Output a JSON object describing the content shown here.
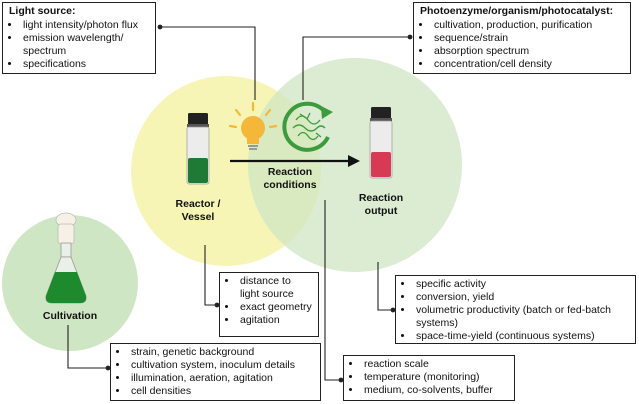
{
  "light_source": {
    "title": "Light source:",
    "items": [
      "light intensity/photon flux",
      "emission wavelength/ spectrum",
      "specifications"
    ]
  },
  "photoenzyme": {
    "title": "Photoenzyme/organism/photocatalyst:",
    "items": [
      "cultivation, production, purification",
      "sequence/strain",
      "absorption spectrum",
      "concentration/cell density"
    ]
  },
  "reactor": {
    "label_line1": "Reactor /",
    "label_line2": "Vessel"
  },
  "conditions": {
    "label_line1": "Reaction",
    "label_line2": "conditions"
  },
  "output": {
    "label_line1": "Reaction",
    "label_line2": "output"
  },
  "cultivation": {
    "label": "Cultivation"
  },
  "reactor_details": {
    "items": [
      "distance to light source",
      "exact geometry",
      "agitation"
    ]
  },
  "output_details": {
    "items": [
      "specific activity",
      "conversion, yield",
      "volumetric productivity (batch or fed-batch systems)",
      "space-time-yield (continuous systems)"
    ]
  },
  "cultivation_details": {
    "items": [
      "strain, genetic background",
      "cultivation system, inoculum details",
      "illumination, aeration, agitation",
      "cell densities"
    ]
  },
  "conditions_details": {
    "items": [
      "reaction scale",
      "temperature (monitoring)",
      "medium, co-solvents, buffer"
    ]
  },
  "colors": {
    "reactor_circle": "#f4f3a8",
    "output_circle": "#cfe6c4",
    "cultivation_circle": "#cfe6c4",
    "bulb": "#f4b73a",
    "recycle_arrow": "#3c9b3c",
    "green_liquid": "#1e7a34",
    "red_liquid": "#d63a55"
  }
}
